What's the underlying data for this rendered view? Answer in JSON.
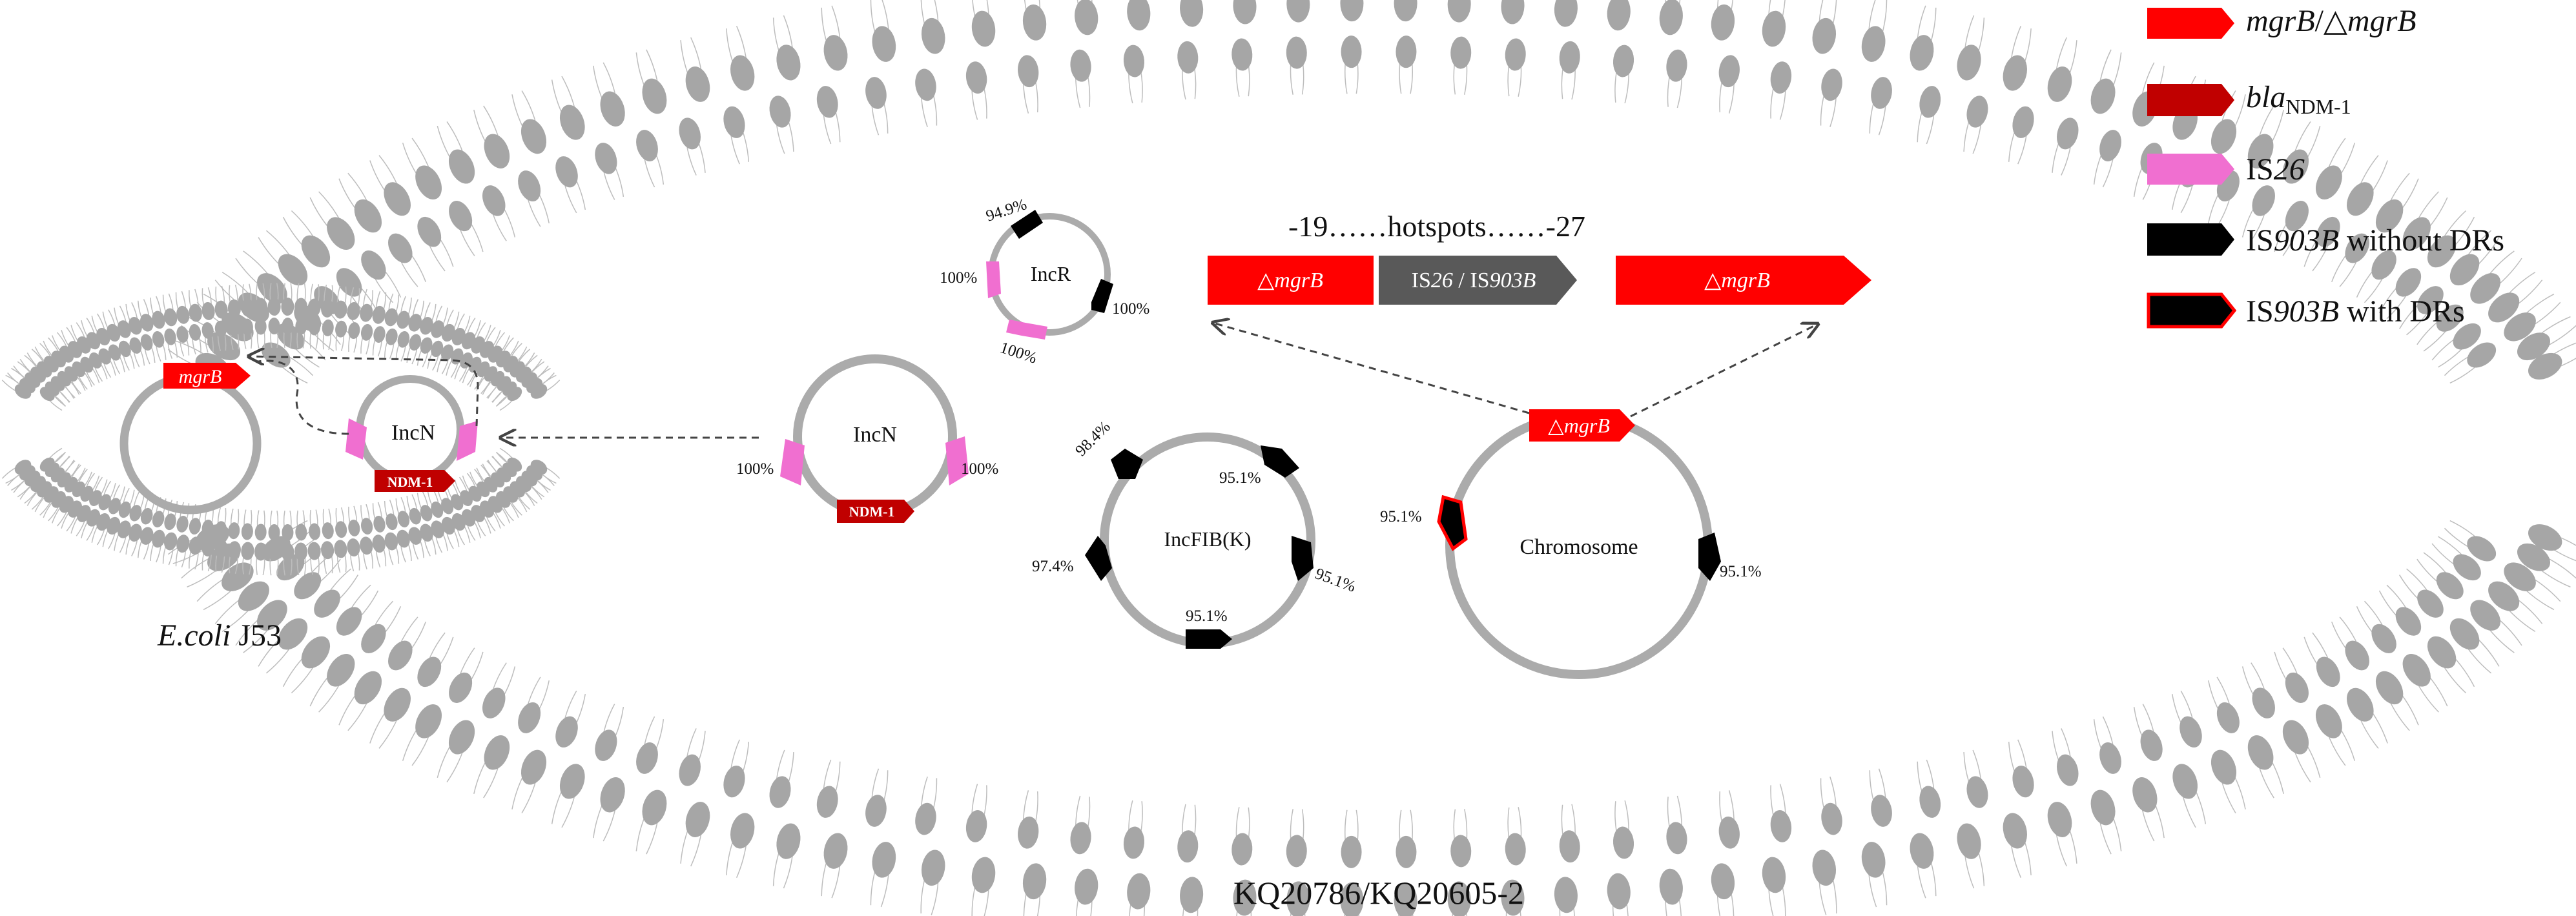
{
  "colors": {
    "mgrB": "#ff0000",
    "bla_ndm": "#c00000",
    "is26": "#f06fd0",
    "is903b": "#000000",
    "is903b_border": "#ff0000",
    "membrane": "#a6a6a6",
    "circle": "#ababab",
    "grey_arrow": "#595959"
  },
  "legend": [
    {
      "kind": "mgrB",
      "parts": [
        {
          "t": "mgrB",
          "i": true
        },
        {
          "t": "/△",
          "i": false
        },
        {
          "t": "mgrB",
          "i": true
        }
      ]
    },
    {
      "kind": "bla",
      "parts": [
        {
          "t": "bla",
          "i": true
        },
        {
          "t": "NDM-1",
          "i": false,
          "sub": true
        }
      ]
    },
    {
      "kind": "is26",
      "parts": [
        {
          "t": "IS",
          "i": false
        },
        {
          "t": "26",
          "i": true
        }
      ]
    },
    {
      "kind": "is903b",
      "parts": [
        {
          "t": "IS",
          "i": false
        },
        {
          "t": "903B",
          "i": true
        },
        {
          "t": " without DRs",
          "i": false
        }
      ]
    },
    {
      "kind": "is903b_dr",
      "parts": [
        {
          "t": "IS",
          "i": false
        },
        {
          "t": "903B",
          "i": true
        },
        {
          "t": " with DRs",
          "i": false
        }
      ]
    }
  ],
  "ecoli": {
    "caption_species": "E.coli",
    "caption_strain": " J53",
    "mgrB_label": "mgrB",
    "plasmid_label": "IncN",
    "ndm_label": "NDM-1"
  },
  "host": {
    "caption": "KQ20786/KQ20605-2",
    "hotspots_text": "-19……hotspots……-27",
    "left_gene": "△mgrB",
    "middle_gene": "IS26 / IS903B",
    "right_gene": "△mgrB",
    "incN": {
      "label": "IncN",
      "ndm": "NDM-1",
      "left_pct": "100%",
      "right_pct": "100%"
    },
    "incR": {
      "label": "IncR",
      "top_pct": "94.9%",
      "left_pct": "100%",
      "bottom_pct": "100%",
      "right_pct": "100%"
    },
    "incFIB": {
      "label": "IncFIB(K)",
      "tl_pct": "98.4%",
      "tr_pct": "95.1%",
      "left_pct": "97.4%",
      "right_pct": "95.1%",
      "bottom_pct": "95.1%"
    },
    "chromosome": {
      "label": "Chromosome",
      "mgrB": "△mgrB",
      "left_pct": "95.1%",
      "right_pct": "95.1%"
    }
  }
}
